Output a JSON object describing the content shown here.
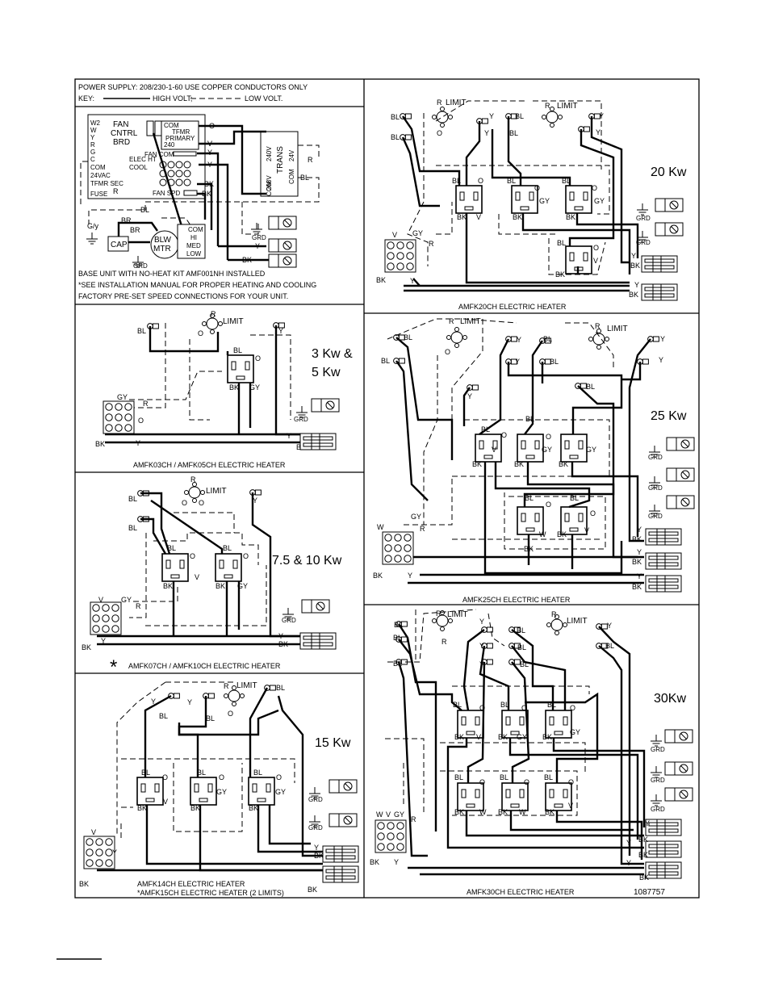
{
  "panel_base": {
    "header_line1": "POWER SUPPLY: 208/230-1-60 USE COPPER CONDUCTORS ONLY",
    "header_key": "KEY:",
    "key_high": "HIGH VOLT;",
    "key_low": "LOW VOLT.",
    "board_title": [
      "FAN",
      "CNTRL",
      "BRD"
    ],
    "board_left_labels": [
      "W2",
      "W",
      "Y",
      "R",
      "G",
      "C",
      "COM",
      "24VAC",
      "TFMR SEC",
      "FUSE"
    ],
    "board_mid_labels": [
      "ELEC HT",
      "COOL"
    ],
    "board_top_labels": [
      "COM",
      "TFMR",
      "PRIMARY",
      "240"
    ],
    "fan_com": "FAN COM",
    "fan_spd": "FAN SPD",
    "trans_label": "TRANS",
    "trans_sub": [
      "208V",
      "240V",
      "COM",
      "24V",
      "COM"
    ],
    "wire_labels": [
      "O",
      "V",
      "Y",
      "Y",
      "BK",
      "BK",
      "R",
      "BL",
      "BL",
      "R",
      "BR",
      "BR",
      "G/y",
      "GRD",
      "Y",
      "BK",
      "GRD"
    ],
    "cap": "CAP",
    "motor": [
      "BLW",
      "MTR"
    ],
    "motor_taps": [
      "COM",
      "HI",
      "MED",
      "LOW"
    ],
    "note1": "BASE UNIT WITH NO-HEAT KIT AMF001NH INSTALLED",
    "note2": "*SEE INSTALLATION MANUAL FOR PROPER HEATING AND COOLING",
    "note3": "FACTORY PRE-SET SPEED CONNECTIONS FOR YOUR UNIT."
  },
  "panel_3kw": {
    "title": [
      "3 Kw &",
      "5 Kw"
    ],
    "caption": "AMFK03CH / AMFK05CH ELECTRIC HEATER",
    "limit": "LIMIT",
    "labels": [
      "R",
      "O",
      "BL",
      "Y",
      "BL",
      "O",
      "BK",
      "GY",
      "GY",
      "R",
      "O",
      "BK",
      "Y",
      "Y",
      "GRD",
      "BK",
      "BK"
    ]
  },
  "panel_7kw": {
    "title": "7.5 & 10 Kw",
    "caption_star": "*",
    "caption": "AMFK07CH / AMFK10CH ELECTRIC HEATER",
    "limit": "LIMIT",
    "labels": [
      "BL",
      "BL",
      "R",
      "O",
      "O",
      "Y",
      "BL",
      "O",
      "BK",
      "V",
      "BL",
      "O",
      "BK",
      "GY",
      "V",
      "GY",
      "R",
      "BK",
      "Y",
      "GRD",
      "Y",
      "BK"
    ]
  },
  "panel_15kw": {
    "title": "15 Kw",
    "caption1": "AMFK14CH ELECTRIC HEATER",
    "caption2": "*AMFK15CH ELECTRIC HEATER (2 LIMITS)",
    "limit": "LIMIT",
    "labels": [
      "R",
      "O",
      "Y",
      "BL",
      "Y",
      "BL",
      "BL",
      "O",
      "BK",
      "V",
      "BL",
      "O",
      "BK",
      "GY",
      "BL",
      "O",
      "BK",
      "GY",
      "V",
      "Y",
      "GRD",
      "GRD",
      "Y",
      "BK",
      "BK",
      "BK"
    ]
  },
  "panel_20kw": {
    "title": "20 Kw",
    "caption": "AMFK20CH ELECTRIC HEATER",
    "limit": "LIMIT",
    "labels": [
      "BL",
      "BL",
      "R",
      "O",
      "Y",
      "BL",
      "R",
      "Y",
      "Y",
      "Y",
      "BL",
      "O",
      "BK",
      "V",
      "BL",
      "O",
      "BK",
      "GY",
      "BL",
      "O",
      "BK",
      "GY",
      "BL",
      "O",
      "BK",
      "V",
      "GRD",
      "GRD",
      "V",
      "GY",
      "R",
      "BK",
      "Y",
      "BK",
      "Y",
      "BK"
    ]
  },
  "panel_25kw": {
    "title": "25 Kw",
    "caption": "AMFK25CH ELECTRIC HEATER",
    "limit": "LIMIT",
    "labels": [
      "BL",
      "BL",
      "R",
      "O",
      "Y",
      "Y",
      "BL",
      "R",
      "BL",
      "Y",
      "Y",
      "BL",
      "BL",
      "BL",
      "BL",
      "O",
      "BK",
      "V",
      "O",
      "BK",
      "GY",
      "BK",
      "GY",
      "BL",
      "O",
      "BK",
      "W",
      "BL",
      "O",
      "V",
      "BK",
      "GRD",
      "GRD",
      "GRD",
      "W",
      "GY",
      "R",
      "BK",
      "Y",
      "BK",
      "Y",
      "BK",
      "Y",
      "BK"
    ]
  },
  "panel_30kw": {
    "title": "30Kw",
    "caption": "AMFK30CH ELECTRIC HEATER",
    "part_number": "1087757",
    "limit": "LIMIT",
    "labels": [
      "R",
      "Y",
      "BL",
      "BL",
      "BL",
      "R",
      "BL",
      "Y",
      "BL",
      "Y",
      "BL",
      "BL",
      "Y",
      "BL",
      "BL",
      "Y",
      "BL",
      "O",
      "BK",
      "V",
      "BL",
      "O",
      "BK",
      "GY",
      "BL",
      "O",
      "BK",
      "GY",
      "BL",
      "O",
      "BK",
      "W",
      "BL",
      "O",
      "BK",
      "W",
      "BL",
      "O",
      "BK",
      "V",
      "GRD",
      "GRD",
      "GRD",
      "W",
      "V",
      "GY",
      "R",
      "BK",
      "Y",
      "Y",
      "BK",
      "Y",
      "BK",
      "Y",
      "BK"
    ]
  }
}
